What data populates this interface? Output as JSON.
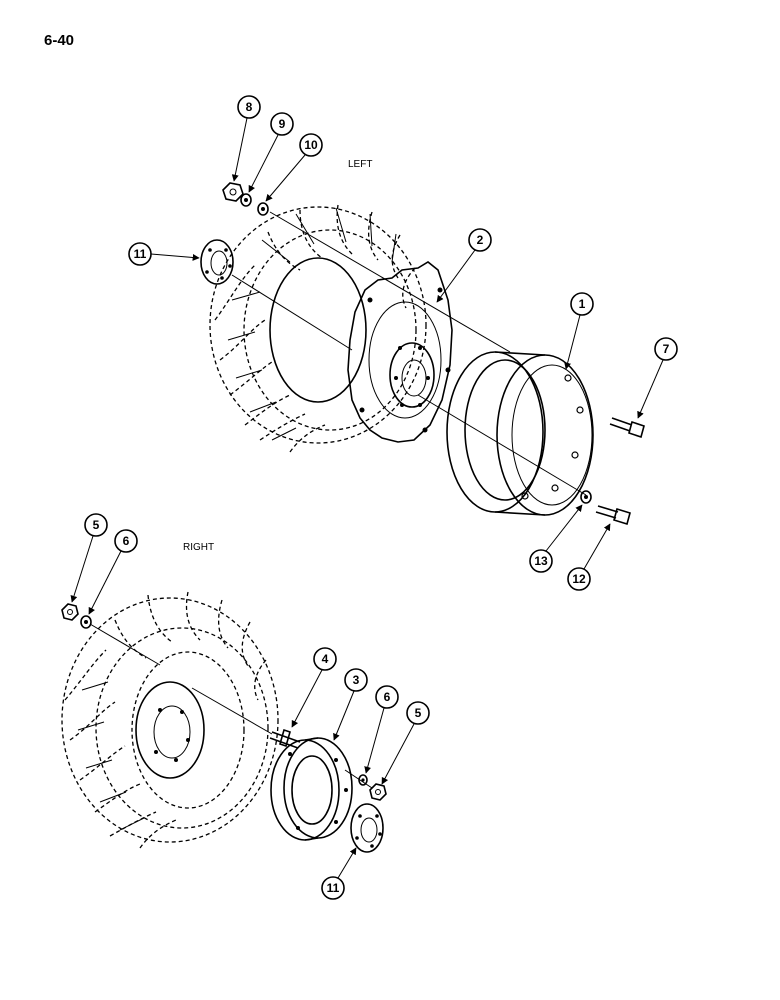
{
  "page": {
    "number": "6-40"
  },
  "labels": {
    "left": "LEFT",
    "right": "RIGHT"
  },
  "callouts": {
    "c1": "1",
    "c2": "2",
    "c3": "3",
    "c4": "4",
    "c5a": "5",
    "c5b": "5",
    "c6a": "6",
    "c6b": "6",
    "c7": "7",
    "c8": "8",
    "c9": "9",
    "c10": "10",
    "c11a": "11",
    "c11b": "11",
    "c12": "12",
    "c13": "13"
  }
}
